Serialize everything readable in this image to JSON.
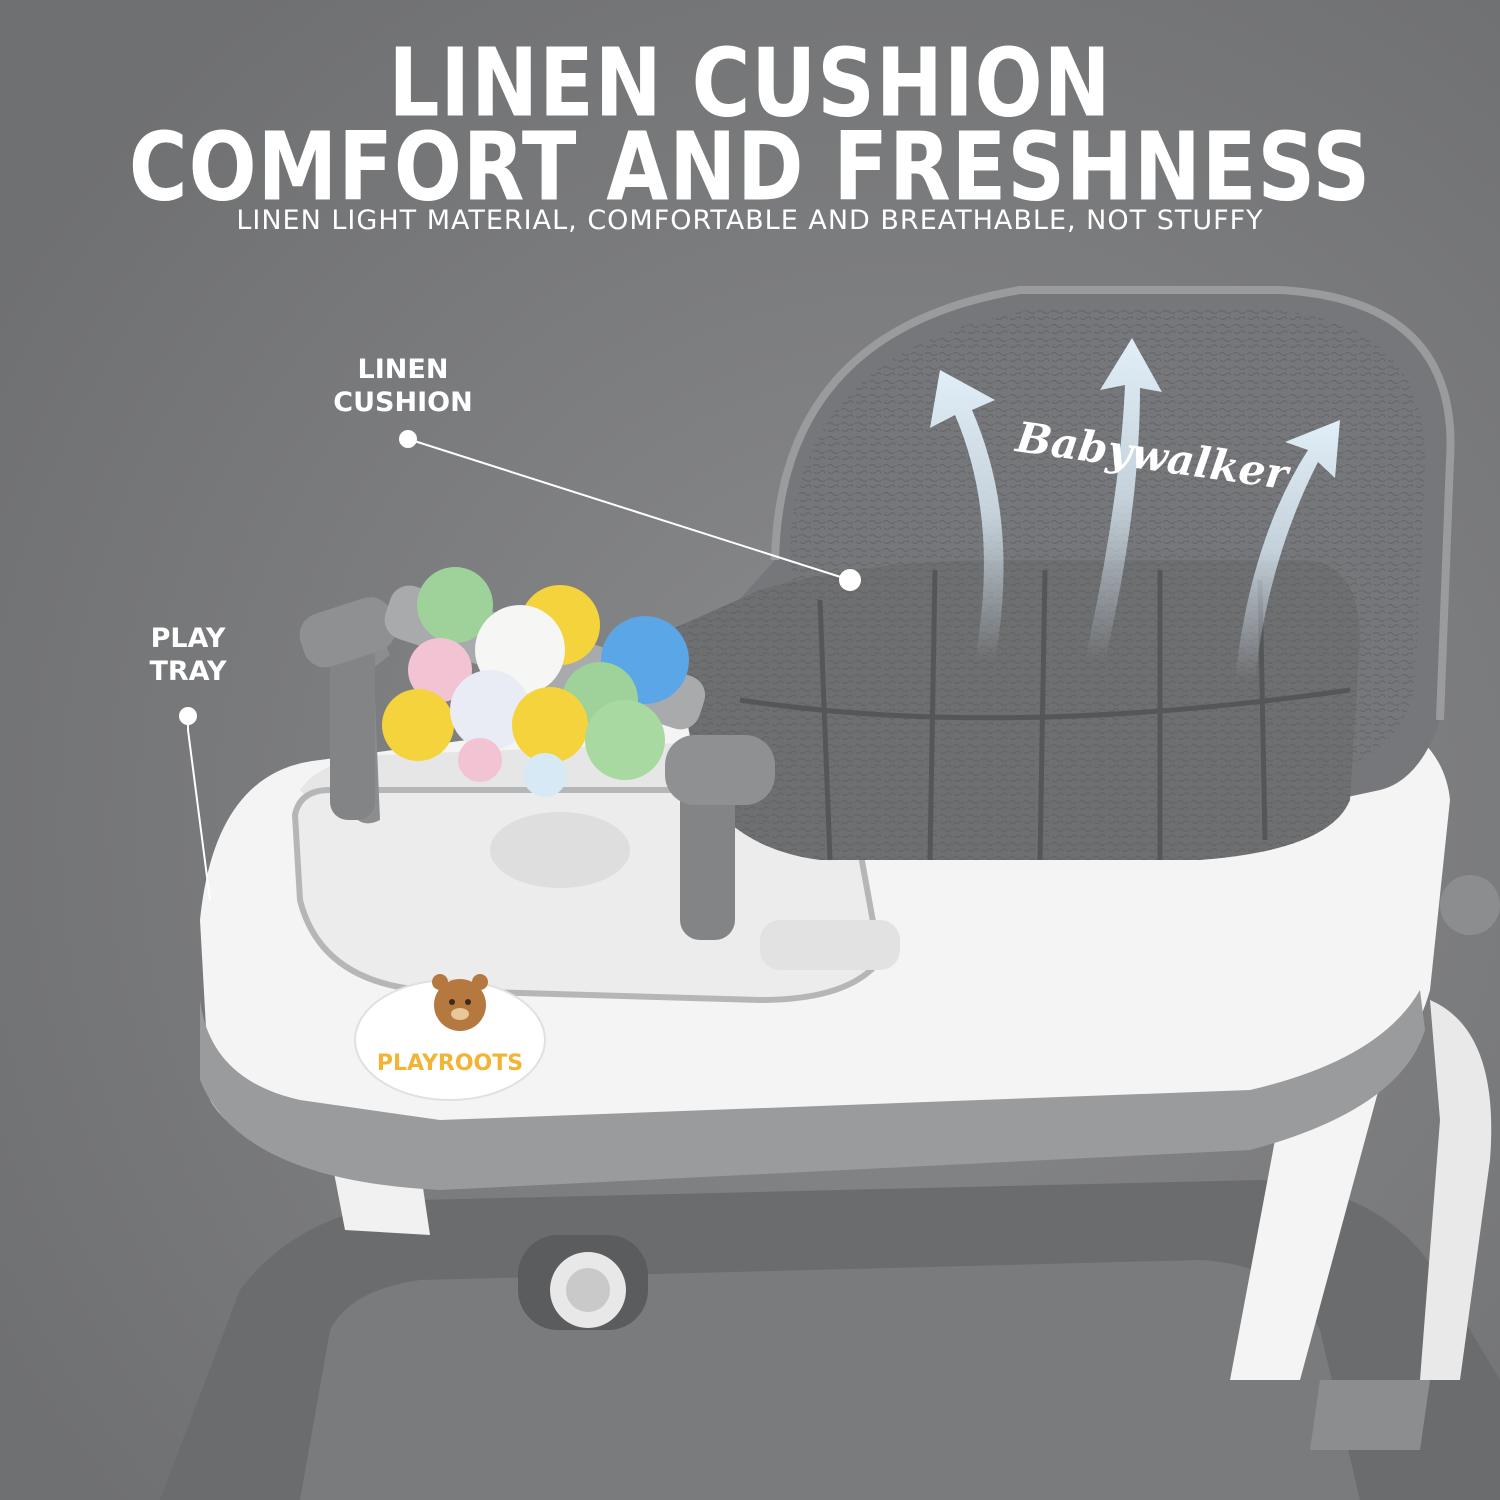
{
  "headline": {
    "line1": "LINEN CUSHION",
    "line2": "COMFORT AND FRESHNESS",
    "subtitle": "LINEN LIGHT MATERIAL, COMFORTABLE AND BREATHABLE, NOT STUFFY"
  },
  "callouts": {
    "cushion": {
      "line1": "LINEN",
      "line2": "CUSHION"
    },
    "tray": {
      "line1": "PLAY",
      "line2": "TRAY"
    }
  },
  "product": {
    "seat_text": "Babywalker",
    "logo_text": "PLAYROOTS"
  },
  "colors": {
    "background": "#808183",
    "walker_body": "#f4f4f4",
    "cushion": "#6e6f71",
    "trim": "#9a9b9d",
    "airflow_arrow": "#dff0fb",
    "bead_yellow": "#f4d33c",
    "bead_green": "#9fd19a",
    "bead_blue": "#5aa6e6",
    "bead_pink": "#f1c3d3"
  }
}
